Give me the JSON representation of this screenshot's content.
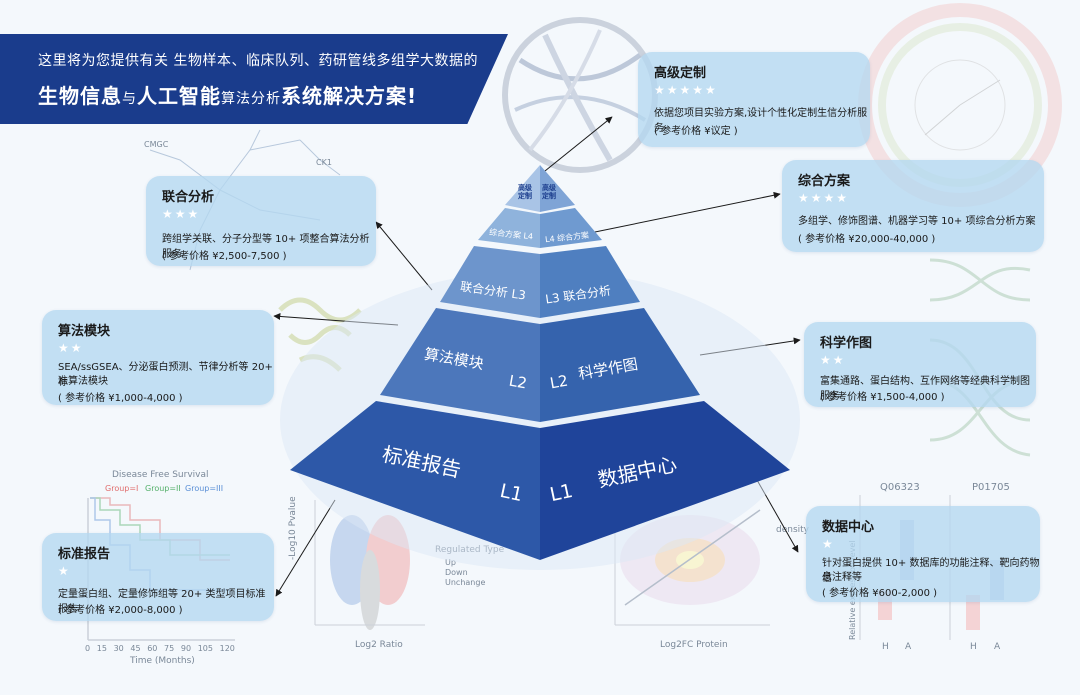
{
  "banner": {
    "line1": "这里将为您提供有关 生物样本、临床队列、药研管线多组学大数据的",
    "line2_a": "生物信息",
    "line2_b": "与",
    "line2_c": "人工智能",
    "line2_d": "算法分析",
    "line2_e": "系统解决方案!"
  },
  "cards": {
    "custom": {
      "title": "高级定制",
      "stars": "★★★★★",
      "desc": "依据您项目实验方案,设计个性化定制生信分析服务",
      "price": "( 参考价格 ¥议定 )"
    },
    "joint": {
      "title": "联合分析",
      "stars": "★★★",
      "desc": "跨组学关联、分子分型等 10+ 项整合算法分析服务",
      "price": "( 参考价格 ¥2,500-7,500 )"
    },
    "comprehensive": {
      "title": "综合方案",
      "stars": "★★★★",
      "desc": "多组学、修饰图谱、机器学习等 10+ 项综合分析方案",
      "price": "( 参考价格 ¥20,000-40,000 )"
    },
    "algo": {
      "title": "算法模块",
      "stars": "★★",
      "desc1": "SEA/ssGSEA、分泌蛋白预测、节律分析等 20+ 标",
      "desc2": "准算法模块",
      "price": "( 参考价格 ¥1,000-4,000 )"
    },
    "sci": {
      "title": "科学作图",
      "stars": "★★",
      "desc": "富集通路、蛋白结构、互作网络等经典科学制图服务",
      "price": "( 参考价格 ¥1,500-4,000 )"
    },
    "report": {
      "title": "标准报告",
      "stars": "★",
      "desc": "定量蛋白组、定量修饰组等 20+ 类型项目标准报告",
      "price": "( 参考价格 ¥2,000-8,000 )"
    },
    "data": {
      "title": "数据中心",
      "stars": "★",
      "desc1": "针对蛋白提供 10+ 数据库的功能注释、靶向药物信",
      "desc2": "息注释等",
      "price": "( 参考价格 ¥600-2,000 )"
    }
  },
  "pyramid": {
    "top_left": "高级\n定制",
    "top_right": "高级\n定制",
    "l4_left": "综合方案 L4",
    "l4_right": "L4 综合方案",
    "l3_left": "联合分析 L3",
    "l3_right": "L3 联合分析",
    "l2_left_text": "算法模块",
    "l2_left_level": "L2",
    "l2_right_level": "L2",
    "l2_right_text": "科学作图",
    "l1_left_text": "标准报告",
    "l1_left_level": "L1",
    "l1_right_level": "L1",
    "l1_right_text": "数据中心"
  },
  "background": {
    "survival_title": "Disease Free Survival",
    "survival_xlabel": "Time (Months)",
    "survival_legend": [
      "Group=I",
      "Group=II",
      "Group=III"
    ],
    "survival_ticks": [
      "0",
      "15",
      "30",
      "45",
      "60",
      "75",
      "90",
      "105",
      "120"
    ],
    "volcano_xlabel": "Log2 Ratio",
    "volcano_ylabel": "-Log10 Pvalue",
    "volcano_legend_title": "Regulated Type",
    "volcano_legend": [
      "Up",
      "Down",
      "Unchange"
    ],
    "scatter_xlabel": "Log2FC Protein",
    "scatter_density": "density",
    "box_ids": [
      "Q06323",
      "P01705"
    ],
    "box_x": [
      "H",
      "A",
      "H",
      "A"
    ],
    "box_ylabel": "Relative expression level",
    "tree_labels": [
      "CMGC",
      "CK1"
    ]
  },
  "colors": {
    "banner": "#1a3c8c",
    "card": "#b4d7f0",
    "pyr_top": "#8fb3dc",
    "pyr_l4": "#6f9ad0",
    "pyr_l3": "#4f7fc0",
    "pyr_l2": "#3563ad",
    "pyr_l1": "#1f449a"
  }
}
